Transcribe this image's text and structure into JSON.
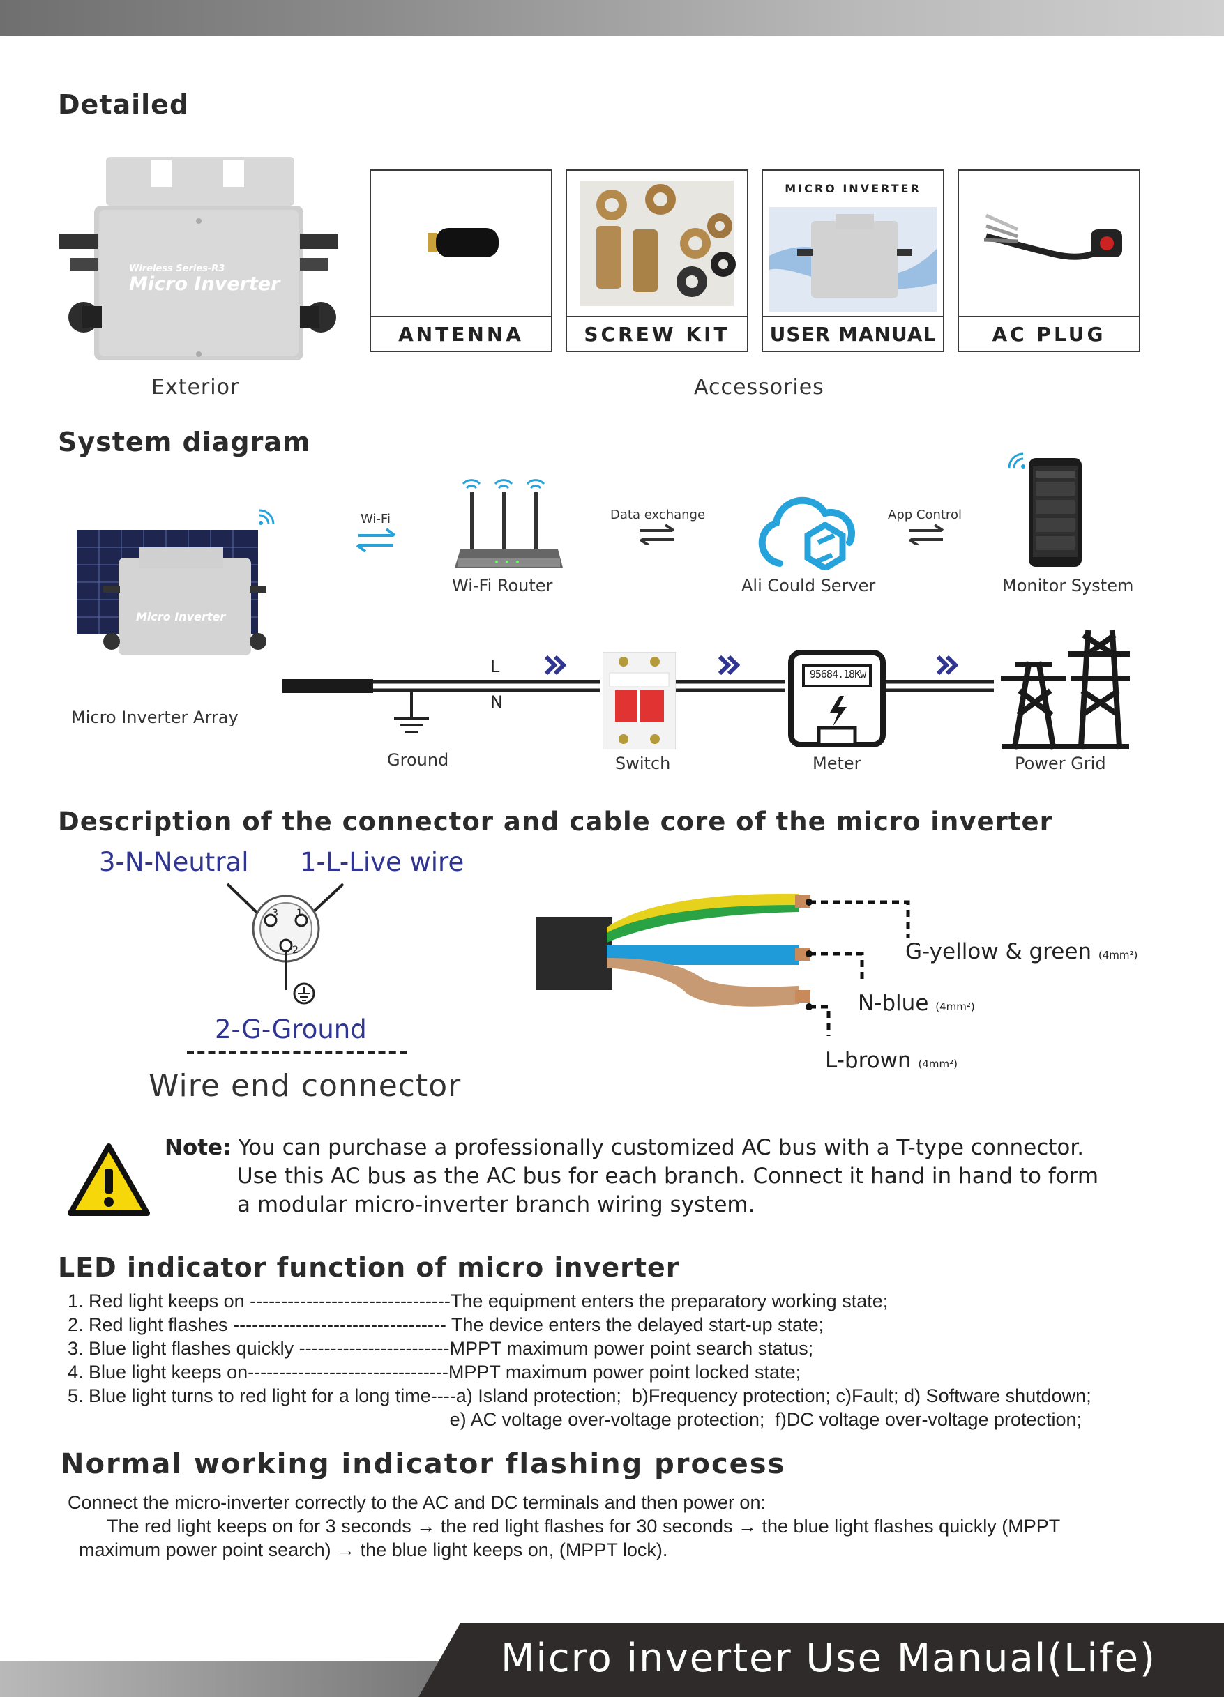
{
  "colors": {
    "navy": "#2f3590",
    "accent_blue": "#27a3dc",
    "dark": "#2b2b2b",
    "cable_blue": "#1e9bd8",
    "cable_brown": "#c79a73",
    "cable_yellow": "#e6d21c",
    "cable_green": "#2aa344"
  },
  "detailed": {
    "heading": "Detailed",
    "exterior_caption": "Exterior",
    "accessories_caption": "Accessories",
    "inverter_series": "Wireless Series-R3",
    "inverter_name": "Micro Inverter",
    "accessories": [
      {
        "label": "ANTENNA",
        "icon": "antenna-icon"
      },
      {
        "label": "SCREW KIT",
        "icon": "screw-kit-icon"
      },
      {
        "label": "USER MANUAL",
        "icon": "manual-icon",
        "header": "MICRO INVERTER"
      },
      {
        "label": "AC PLUG",
        "icon": "ac-plug-icon"
      }
    ]
  },
  "system": {
    "heading": "System diagram",
    "wifi": "Wi-Fi",
    "data_exchange": "Data exchange",
    "app_control": "App Control",
    "router": "Wi-Fi Router",
    "server": "Ali Could Server",
    "monitor": "Monitor System",
    "array": "Micro Inverter Array",
    "line_l": "L",
    "line_n": "N",
    "ground": "Ground",
    "switch": "Switch",
    "meter": "Meter",
    "meter_reading": "95684.18Kw",
    "grid": "Power Grid"
  },
  "connector": {
    "heading": "Description of the connector and cable core of the micro inverter",
    "neutral": "3-N-Neutral",
    "live": "1-L-Live wire",
    "ground": "2-G-Ground",
    "wire_end": "Wire end connector",
    "pins": [
      "3",
      "1",
      "2"
    ],
    "g_label": "G-yellow & green",
    "g_size": "(4mm²)",
    "n_label": "N-blue",
    "n_size": "(4mm²)",
    "l_label": "L-brown",
    "l_size": "(4mm²)"
  },
  "note": {
    "label": "Note:",
    "line1": "You can purchase a professionally customized AC bus with a T-type connector.",
    "line2": "Use this AC bus as the AC bus for each branch. Connect it hand in hand to form",
    "line3": "a modular micro-inverter branch wiring system."
  },
  "led": {
    "heading": "LED indicator function of micro inverter",
    "items": [
      "1. Red light keeps on --------------------------------The equipment enters the preparatory working state;",
      "2. Red light flashes ---------------------------------- The device enters the delayed start-up state;",
      "3. Blue light flashes quickly ------------------------MPPT maximum power point search status;",
      "4. Blue light keeps on--------------------------------MPPT maximum power point locked state;",
      "5. Blue light turns to red light for a long time----a) Island protection;  b)Frequency protection; c)Fault; d) Software shutdown;",
      "                                                                         e) AC voltage over-voltage protection;  f)DC voltage over-voltage protection;"
    ]
  },
  "flashing": {
    "heading": "Normal working indicator flashing process",
    "line1": "Connect the micro-inverter correctly to the AC and DC terminals and then power on:",
    "line2": "The red light keeps on for 3 seconds → the red light flashes for 30 seconds → the blue light flashes quickly (MPPT",
    "line3": "maximum power point search) → the blue light keeps on, (MPPT lock)."
  },
  "footer": {
    "title": "Micro inverter Use Manual(Life)"
  }
}
